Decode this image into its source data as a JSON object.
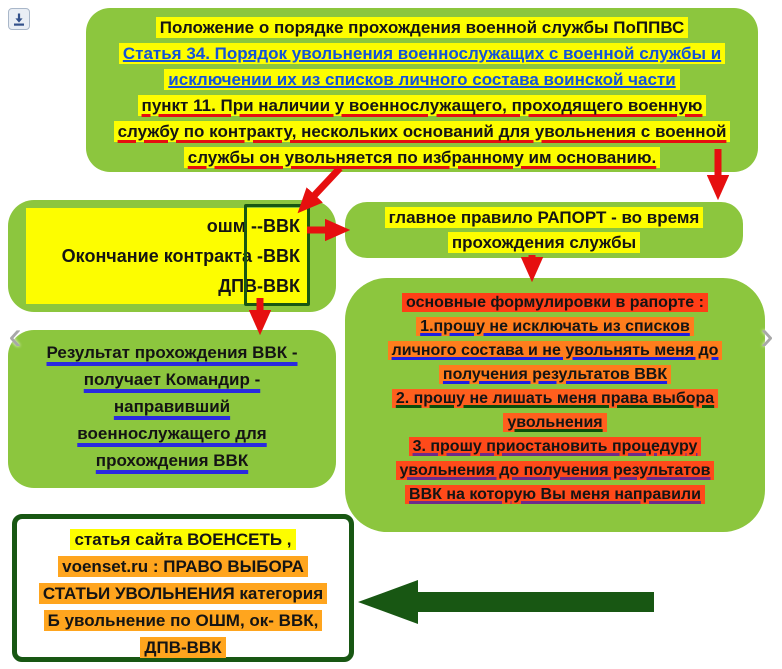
{
  "colors": {
    "box_green": "#8cc63e",
    "highlight_yellow": "#fdfd00",
    "highlight_orange": "#ffa51e",
    "highlight_red": "#ff3e17",
    "arrow_red": "#e60f0f",
    "dark_green": "#185713",
    "link_blue": "#1353d8",
    "underline_blue": "#2a2ae0",
    "underline_green": "#0b4d0b",
    "underline_purple": "#6e2b8a"
  },
  "icons": {
    "download": "arrow-down-to-bar",
    "prev": "‹",
    "next": "›"
  },
  "top_box": {
    "title": "Положение о порядке прохождения военной службы ПоППВС",
    "article_link": "Статья 34. Порядок увольнения военнослужащих с военной службы и\nисключении их из списков личного состава воинской части",
    "point_11": "пункт 11. При наличии у военнослужащего, проходящего военную\nслужбу по контракту, нескольких оснований для увольнения с военной\nслужбы он увольняется по избранному им основанию."
  },
  "grounds_box": {
    "line_1": "ошм --ВВК",
    "line_2": "Окончание контракта -ВВК",
    "line_3": "ДПВ-ВВК"
  },
  "rule_box": {
    "text": "главное правило РАПОРТ - во время\nпрохождения службы"
  },
  "report_box": {
    "header": "основные формулировки в рапорте :",
    "item_1": "1.прошу не исключать из списков\nличного состава  и не увольнять меня до\nполучения результатов ВВК",
    "item_2": "2. прошу не лишать меня права выбора\nувольнения",
    "item_3": "3. прошу приостановить процедуру\nувольнения до получения результатов\nВВК на которую Вы меня направили"
  },
  "result_box": {
    "text": "Результат прохождения ВВК -\nполучает Командир -\nнаправивший\nвоеннослужащего для\nпрохождения ВВК"
  },
  "site_box": {
    "line_1": "статья сайта ВОЕНСЕТЬ ,",
    "rest": "voenset.ru : ПРАВО ВЫБОРА\nСТАТЬИ УВОЛЬНЕНИЯ категория\nБ увольнение по ОШМ, ок- ВВК,\nДПВ-ВВК"
  }
}
